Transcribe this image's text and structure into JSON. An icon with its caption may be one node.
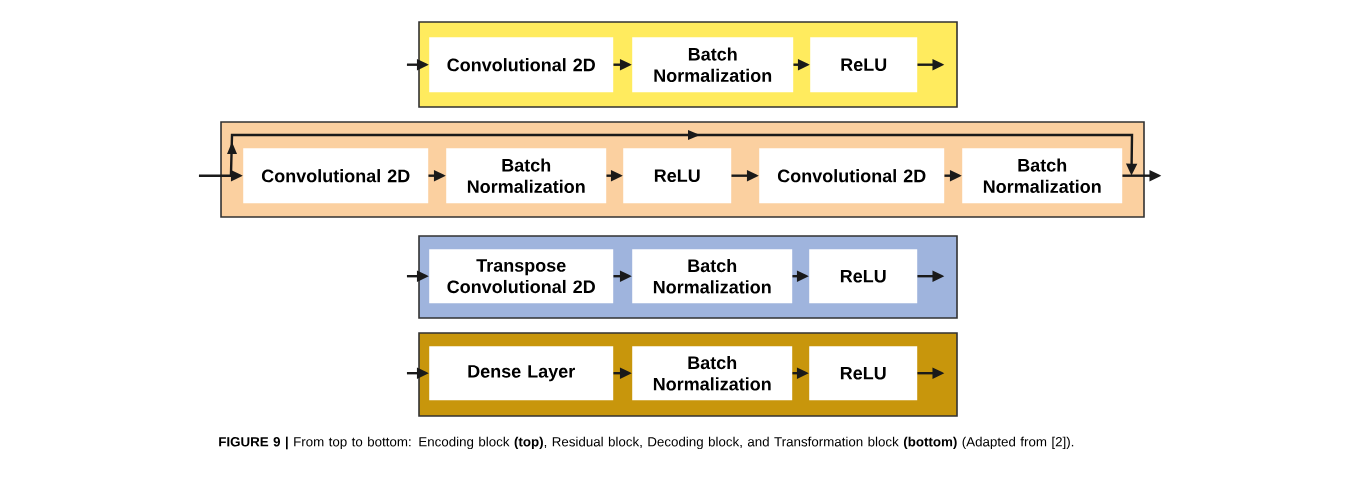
{
  "diagram": {
    "caption": "**FIGURE 9 |** From top to bottom: Encoding block **(top)**, Residual block, Decoding block, and Transformation block **(bottom)** (Adapted from [2]).",
    "nodes": [
      {
        "text": [],
        "shape": "box"
      },
      {
        "text": [
          "Convolutional 2D"
        ],
        "in": 0
      },
      {
        "text": [
          "Batch Normalization"
        ],
        "in": 0
      },
      {
        "text": [
          "ReLU"
        ],
        "in": 0
      },
      {
        "text": [],
        "shape": "box"
      },
      {
        "text": [
          "Convolutional 2D"
        ],
        "in": 4
      },
      {
        "text": [
          "Batch Normalization"
        ],
        "in": 4
      },
      {
        "text": [
          "ReLU"
        ],
        "in": 4
      },
      {
        "text": [
          "Convolutional 2D"
        ],
        "in": 4
      },
      {
        "text": [
          "Batch Normalization"
        ],
        "in": 4
      },
      {
        "text": [],
        "shape": "box"
      },
      {
        "text": [
          "Transpose Convolutional 2D"
        ],
        "in": 10
      },
      {
        "text": [
          "Batch Normalization"
        ],
        "in": 10
      },
      {
        "text": [
          "ReLU"
        ],
        "in": 10
      },
      {
        "text": [],
        "shape": "box"
      },
      {
        "text": [
          "Dense Layer"
        ],
        "in": 14
      },
      {
        "text": [
          "Batch Normalization"
        ],
        "in": 14
      },
      {
        "text": [
          "ReLU"
        ],
        "in": 14
      }
    ],
    "edges": [
      {
        "from": null,
        "to": 1,
        "arrow": "to"
      },
      {
        "from": 1,
        "to": 2,
        "arrow": "to"
      },
      {
        "from": 2,
        "to": 3,
        "arrow": "to"
      },
      {
        "from": 3,
        "to": null,
        "arrow": "to"
      },
      {
        "from": null,
        "to": 5,
        "arrow": "to"
      },
      {
        "from": 5,
        "to": 6,
        "arrow": "to"
      },
      {
        "from": 6,
        "to": 7,
        "arrow": "to"
      },
      {
        "from": 7,
        "to": 8,
        "arrow": "to"
      },
      {
        "from": 8,
        "to": 9,
        "arrow": "to"
      },
      {
        "from": 9,
        "to": null,
        "arrow": "to"
      },
      {
        "from": 5,
        "to": 9,
        "arrow": "to"
      },
      {
        "from": null,
        "to": 11,
        "arrow": "to"
      },
      {
        "from": 11,
        "to": 12,
        "arrow": "to"
      },
      {
        "from": 12,
        "to": 13,
        "arrow": "to"
      },
      {
        "from": 13,
        "to": null,
        "arrow": "to"
      },
      {
        "from": null,
        "to": 15,
        "arrow": "to"
      },
      {
        "from": 15,
        "to": 16,
        "arrow": "to"
      },
      {
        "from": 16,
        "to": 17,
        "arrow": "to"
      },
      {
        "from": 17,
        "to": null,
        "arrow": "to"
      }
    ]
  }
}
